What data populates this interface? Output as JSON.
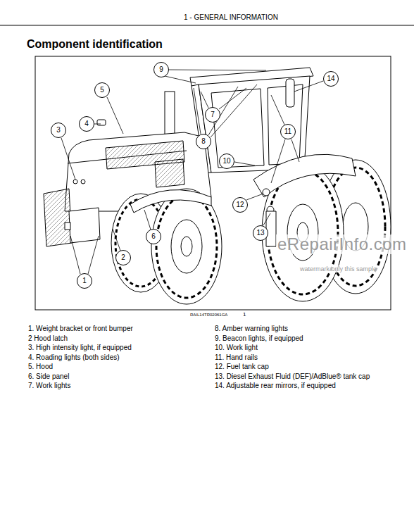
{
  "diagram": {
    "title": "Component identification",
    "nodes": [
      {
        "text": [
          "9"
        ]
      },
      {
        "text": [
          "14"
        ]
      },
      {
        "text": [
          "5"
        ]
      },
      {
        "text": [
          "7"
        ]
      },
      {
        "text": [
          "4"
        ]
      },
      {
        "text": [
          "3"
        ]
      },
      {
        "text": [
          "11"
        ]
      },
      {
        "text": [
          "8"
        ]
      },
      {
        "text": [
          "10"
        ]
      },
      {
        "text": [
          "12"
        ]
      },
      {
        "text": [
          "13"
        ]
      },
      {
        "text": [
          "6"
        ]
      },
      {
        "text": [
          "2"
        ]
      },
      {
        "text": [
          "1"
        ]
      }
    ],
    "labels": [
      "1 - GENERAL INFORMATION",
      "RAIL14TR02061GA",
      "1",
      "1. Weight bracket or front bumper",
      "2 Hood latch",
      "3. High intensity light, if equipped",
      "4. Roading lights (both sides)",
      "5. Hood",
      "6. Side panel",
      "7. Work lights",
      "8. Amber warning lights",
      "9. Beacon lights, if equipped",
      "10. Work light",
      "11. Hand rails",
      "12. Fuel tank cap",
      "13. Diesel Exhaust Fluid (DEF)/AdBlue® tank cap",
      "14. Adjustable rear mirrors, if equipped",
      "eRepairInfo.com",
      "watermark only this sample"
    ]
  }
}
